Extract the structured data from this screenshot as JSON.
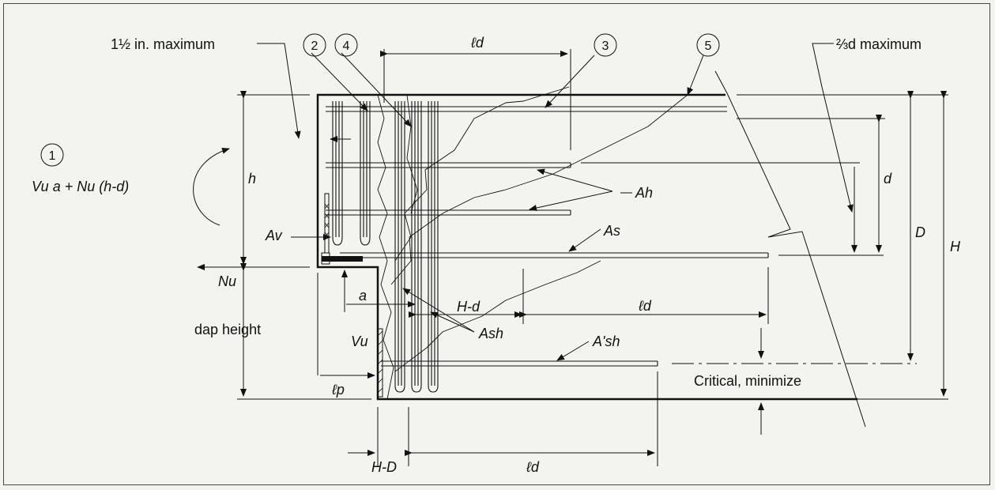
{
  "labels": {
    "max_cover": "1½ in. maximum",
    "two_thirds_d": "⅔d maximum",
    "ld_top": "ℓd",
    "ld_mid": "ℓd",
    "ld_bottom": "ℓd",
    "lp": "ℓp",
    "h": "h",
    "d": "d",
    "D": "D",
    "H": "H",
    "a": "a",
    "Nu": "Nu",
    "Vu": "Vu",
    "Av": "Av",
    "Ah": "Ah",
    "As": "As",
    "Ash": "Ash",
    "Ash_prime": "A'sh",
    "H_minus_d": "H-d",
    "H_minus_D": "H-D",
    "dap_height": "dap height",
    "critical": "Critical, minimize",
    "moment": "Vu a + Nu (h-d)"
  },
  "callouts": [
    "1",
    "2",
    "3",
    "4",
    "5"
  ]
}
